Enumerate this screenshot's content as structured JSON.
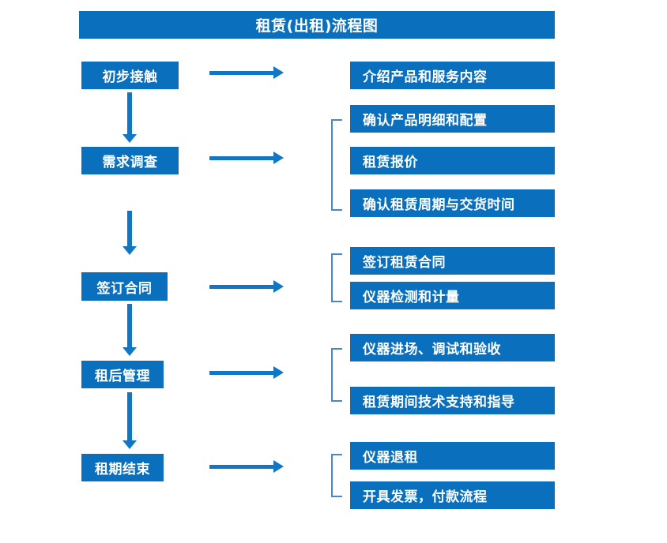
{
  "diagram": {
    "title": "租赁(出租)流程图",
    "accent_color": "#0a70be",
    "connector_color": "#1176c4",
    "bracket_color": "#4a86c8",
    "text_color": "#ffffff",
    "background_color": "#ffffff",
    "stages": [
      {
        "id": "stage-1",
        "label": "初步接触",
        "details": [
          "介绍产品和服务内容"
        ],
        "has_bracket": false
      },
      {
        "id": "stage-2",
        "label": "需求调查",
        "details": [
          "确认产品明细和配置",
          "租赁报价",
          "确认租赁周期与交货时间"
        ],
        "has_bracket": true
      },
      {
        "id": "stage-3",
        "label": "签订合同",
        "details": [
          "签订租赁合同",
          "仪器检测和计量"
        ],
        "has_bracket": true
      },
      {
        "id": "stage-4",
        "label": "租后管理",
        "details": [
          "仪器进场、调试和验收",
          "租赁期间技术支持和指导"
        ],
        "has_bracket": true
      },
      {
        "id": "stage-5",
        "label": "租期结束",
        "details": [
          "仪器退租",
          "开具发票，付款流程"
        ],
        "has_bracket": true
      }
    ],
    "connectors": {
      "flow_arrow_icon": "arrow-right-icon",
      "sequence_arrow_icon": "arrow-down-icon",
      "group_bracket_icon": "square-bracket-icon"
    }
  }
}
